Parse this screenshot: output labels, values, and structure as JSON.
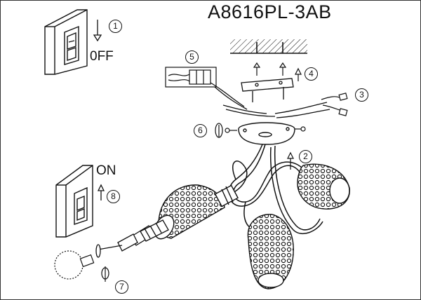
{
  "model_number": "A8616PL-3AB",
  "switch_off_label": "0FF",
  "switch_on_label": "ON",
  "steps": [
    "1",
    "2",
    "3",
    "4",
    "5",
    "6",
    "7",
    "8"
  ],
  "colors": {
    "ink": "#111111",
    "paper": "#ffffff"
  }
}
